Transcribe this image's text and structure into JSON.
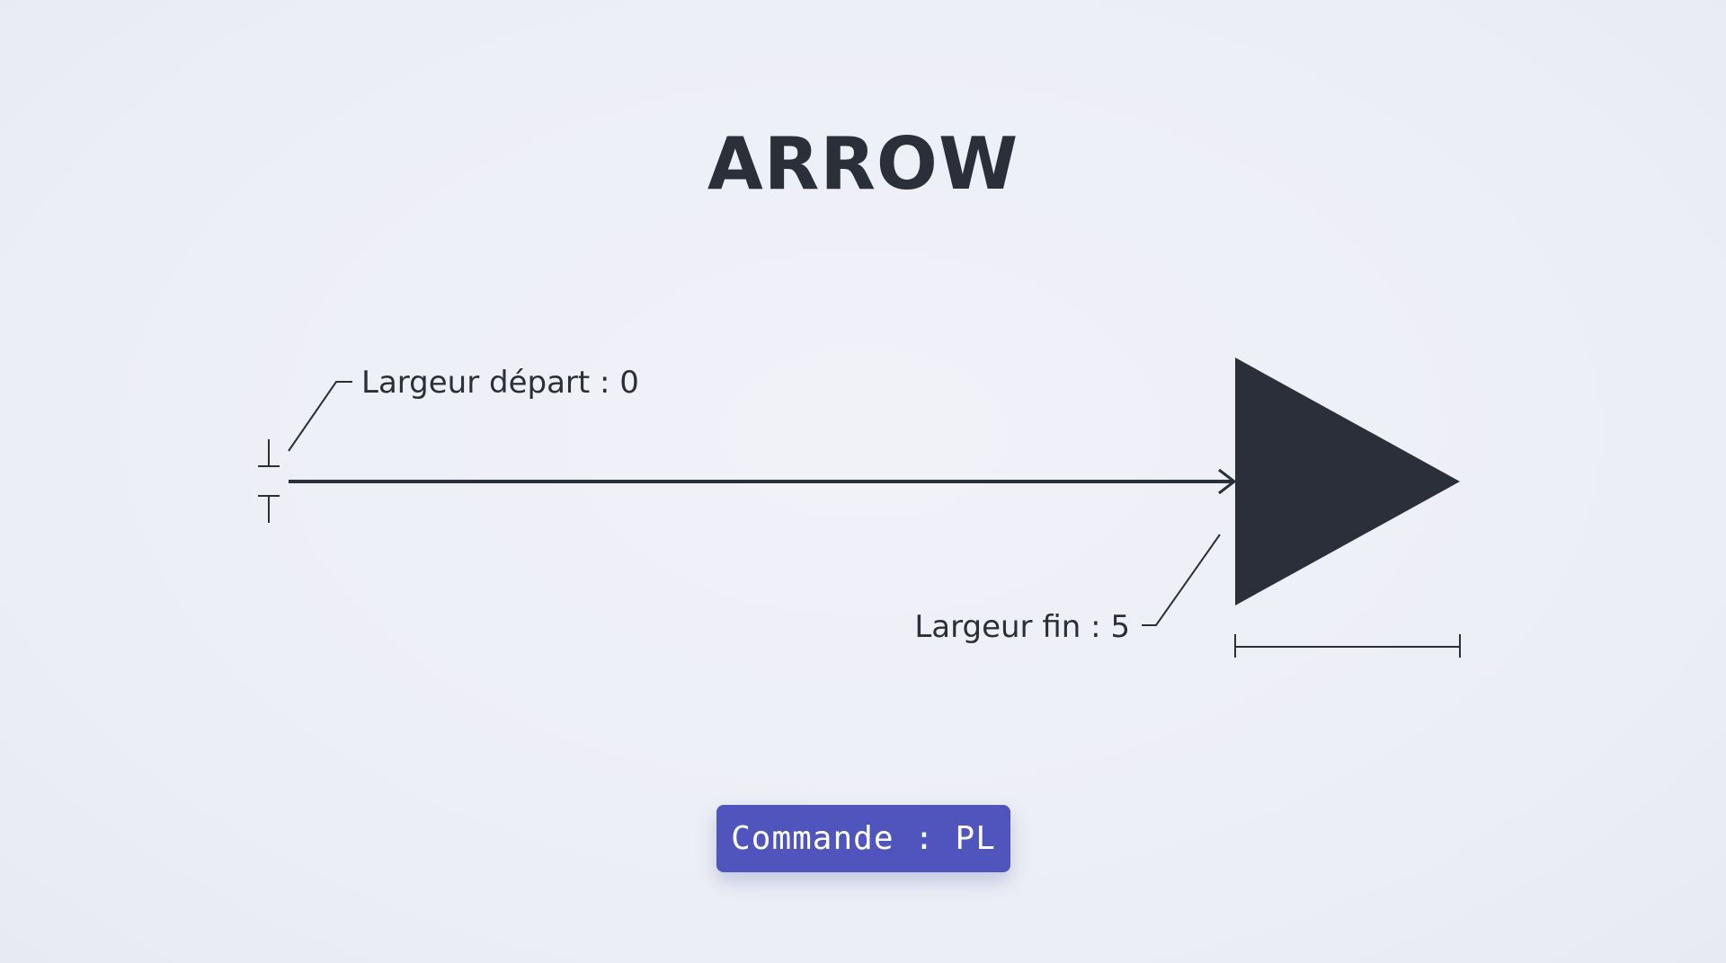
{
  "title": "ARROW",
  "labels": {
    "start_width": "Largeur départ : 0",
    "end_width": "Largeur fin : 5"
  },
  "command": {
    "label": "Commande : PL"
  },
  "colors": {
    "ink": "#2b2f3a",
    "badge": "#4f55bd",
    "background": "#eceef6"
  }
}
